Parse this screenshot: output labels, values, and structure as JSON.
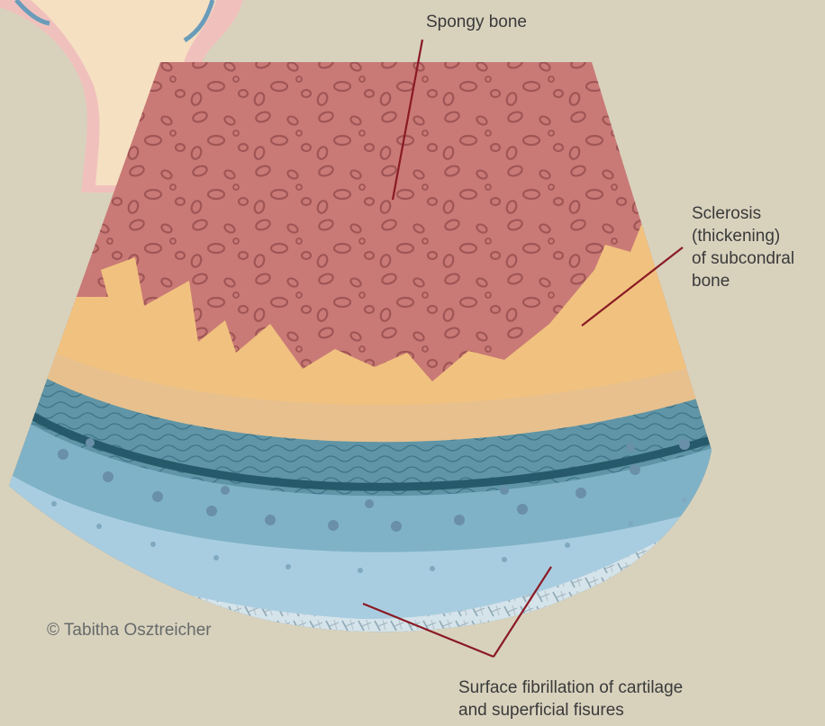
{
  "labels": {
    "spongy_bone": "Spongy bone",
    "sclerosis": [
      "Sclerosis",
      "(thickening)",
      "of subcondral",
      "bone"
    ],
    "surface": [
      "Surface fibrillation of cartilage",
      "and superficial fisures"
    ],
    "credit": "© Tabitha Osztreicher"
  },
  "colors": {
    "background": "#d8d2bd",
    "bone_pink": "#c97a76",
    "sclerosis_orange": "#f1c27f",
    "cartilage_teal": "#5f95a6",
    "cartilage_light": "#a9cde0",
    "leader_line": "#8a1a24",
    "joint_beige": "#f6e0c2"
  }
}
